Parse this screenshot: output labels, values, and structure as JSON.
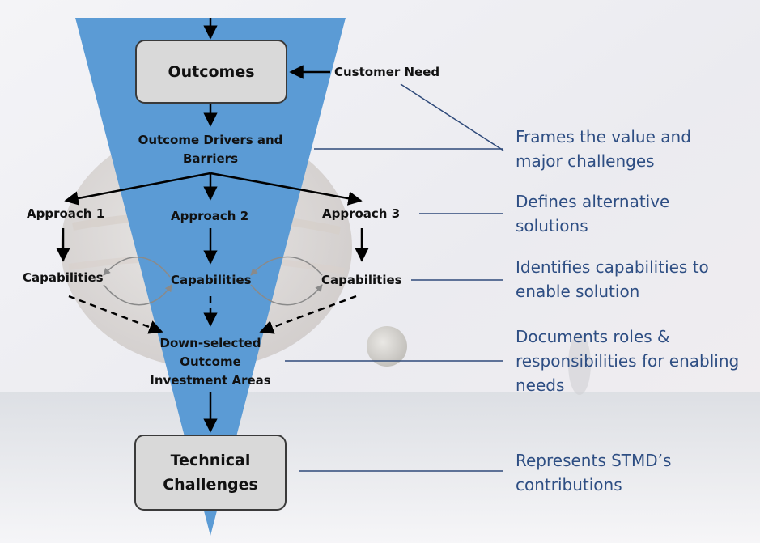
{
  "diagram": {
    "top_box": "Outcomes",
    "customer_need": "Customer Need",
    "drivers": {
      "line1": "Outcome Drivers and",
      "line2": "Barriers"
    },
    "approaches": [
      "Approach 1",
      "Approach 2",
      "Approach 3"
    ],
    "capabilities": [
      "Capabilities",
      "Capabilities",
      "Capabilities"
    ],
    "down_selected": {
      "line1": "Down-selected",
      "line2": "Outcome",
      "line3": "Investment Areas"
    },
    "bottom_box": {
      "line1": "Technical",
      "line2": "Challenges"
    }
  },
  "annotations": [
    {
      "line1": "Frames the value and",
      "line2": "major challenges"
    },
    {
      "line1": "Defines alternative",
      "line2": "solutions"
    },
    {
      "line1": "Identifies capabilities to",
      "line2": "enable solution"
    },
    {
      "line1": "Documents roles &",
      "line2": "responsibilities for enabling",
      "line3": "needs"
    },
    {
      "line1": "Represents STMD’s",
      "line2": "contributions"
    }
  ],
  "colors": {
    "funnel": "#5b9bd5",
    "annotation_text": "#2e4e83",
    "connector_line": "#2f4a7a",
    "box_fill": "#d9d9d9"
  }
}
